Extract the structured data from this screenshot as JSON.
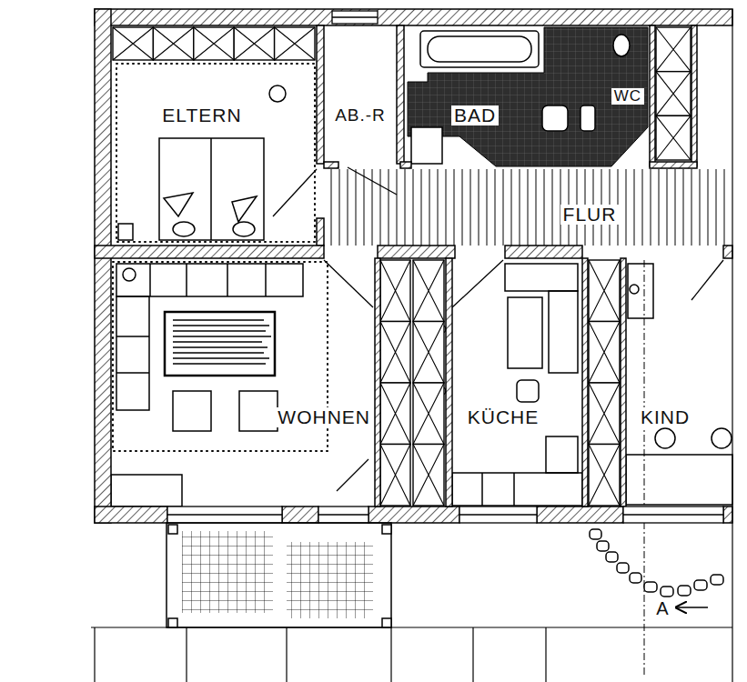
{
  "diagram": {
    "nodes": [
      {
        "text": [
          "ELTERN"
        ]
      },
      {
        "text": [
          "AB.-R"
        ]
      },
      {
        "text": [
          "BAD"
        ]
      },
      {
        "text": [
          "WC"
        ]
      },
      {
        "text": [
          "FLUR"
        ]
      },
      {
        "text": [
          "WOHNEN"
        ]
      },
      {
        "text": [
          "KÜCHE"
        ]
      },
      {
        "text": [
          "KIND"
        ]
      }
    ],
    "labels": [
      "A"
    ]
  }
}
